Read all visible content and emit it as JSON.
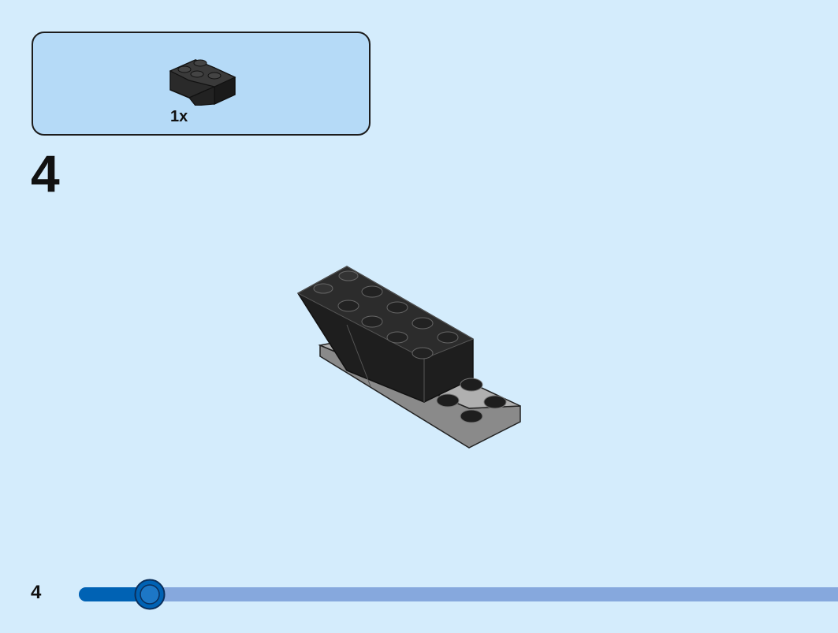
{
  "parts_callout": {
    "quantity": "1x",
    "part_icon": "black-corner-brick-icon"
  },
  "step": {
    "number": "4"
  },
  "model": {
    "icon": "model-assembly-illustration"
  },
  "footer": {
    "page_number": "4",
    "progress_fraction": 0.09
  },
  "colors": {
    "background": "#d4ecfc",
    "callout_fill": "#b5daf7",
    "progress_fill": "#0062b4",
    "progress_track": "#86a8dd",
    "brick_black": "#1e1e1e",
    "plate_gray": "#9d9d9d"
  }
}
